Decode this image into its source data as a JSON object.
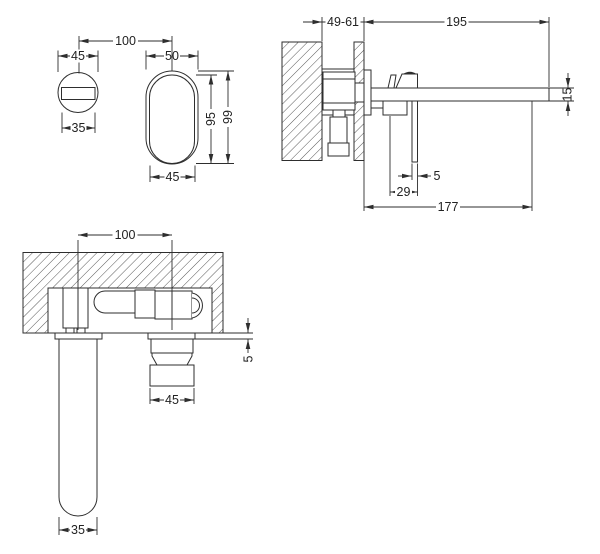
{
  "colors": {
    "line": "#2e2e2e",
    "background": "#ffffff"
  },
  "front_view": {
    "center_distance": "100",
    "escutcheon_width": "45",
    "escutcheon_cutout_width": "35",
    "handle_plate_width": "50",
    "handle_width": "45",
    "handle_height": "95",
    "overall_height": "99"
  },
  "side_view": {
    "wall_depth_range": "49-61",
    "spout_reach": "195",
    "spout_height": "15",
    "lever_thickness": "5",
    "lever_offset": "29",
    "outlet_projection": "177"
  },
  "plan_view": {
    "center_distance": "100",
    "plate_thickness": "5",
    "handle_width": "45",
    "spout_width": "35"
  }
}
